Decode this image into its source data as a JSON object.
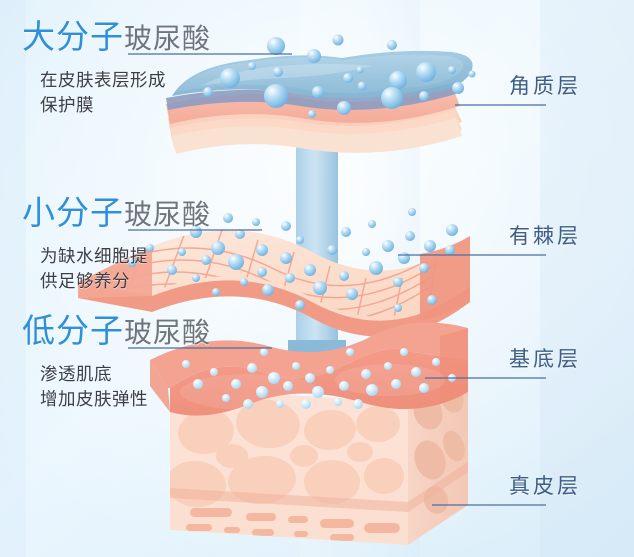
{
  "meta": {
    "title": "玻尿酸分子层次渗透示意图",
    "background_top": "#eaf6fe",
    "background_edge": "#d2e8f7",
    "accent_blue": "#2f90da",
    "line_blue": "#4a6fa5",
    "text_gray": "#6f757e",
    "desc_gray": "#3c3f47",
    "label_blue": "#3f5e86",
    "skin_pink": "#f2a18e",
    "skin_cream": "#fbe0d4",
    "droplet_blue": "#7cc0e8"
  },
  "left_labels": [
    {
      "id": "macromolecule",
      "highlight": "大分子",
      "rest": "玻尿酸",
      "desc_lines": [
        "在皮肤表层形成",
        "保护膜"
      ]
    },
    {
      "id": "small-molecule",
      "highlight": "小分子",
      "rest": "玻尿酸",
      "desc_lines": [
        "为缺水细胞提",
        "供足够养分"
      ]
    },
    {
      "id": "low-molecule",
      "highlight": "低分子",
      "rest": "玻尿酸",
      "desc_lines": [
        "渗透肌底",
        "增加皮肤弹性"
      ]
    }
  ],
  "right_labels": [
    {
      "id": "stratum-corneum",
      "text": "角质层"
    },
    {
      "id": "stratum-spinosum",
      "text": "有棘层"
    },
    {
      "id": "basal-layer",
      "text": "基底层"
    },
    {
      "id": "dermis-layer",
      "text": "真皮层"
    }
  ],
  "illustration": {
    "layers": [
      {
        "name": "protective-film",
        "role": "blue translucent hyaluronic acid film over skin surface"
      },
      {
        "name": "corneum-sheet",
        "role": "pink wavy stratum corneum sheets"
      },
      {
        "name": "spinosum-sheet",
        "role": "peach grid sheet representing spinous layer"
      },
      {
        "name": "dermis-block",
        "role": "3D skin block with basal surface and dermis body"
      }
    ],
    "arrow": {
      "name": "penetration-arrow",
      "direction": "down"
    }
  }
}
